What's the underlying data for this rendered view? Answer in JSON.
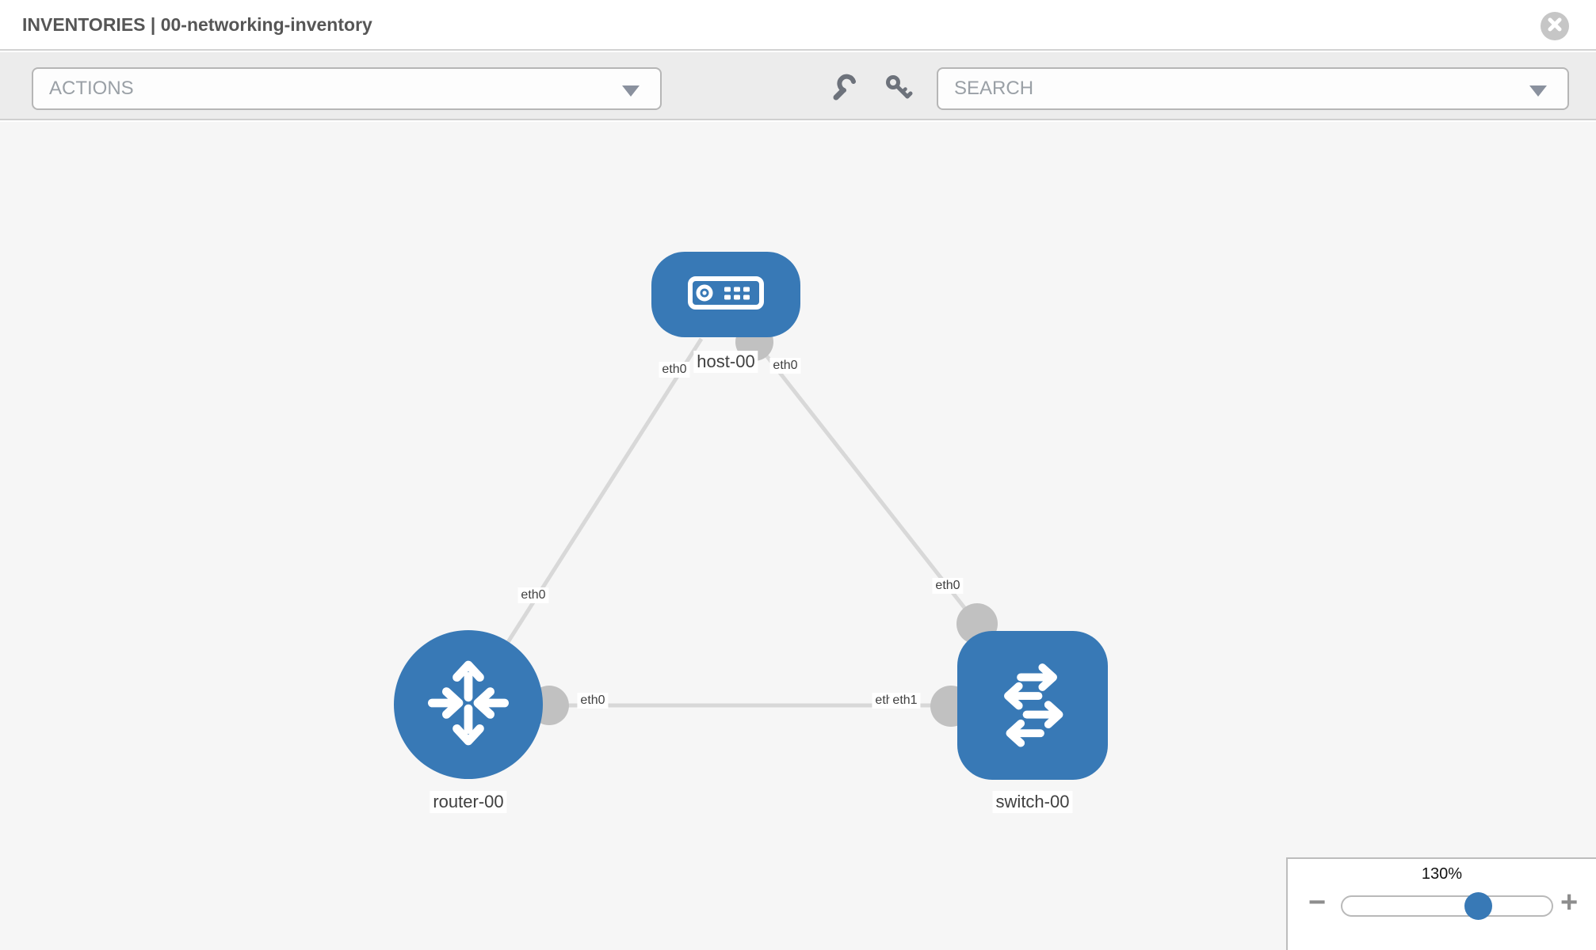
{
  "header": {
    "title": "INVENTORIES | 00-networking-inventory"
  },
  "toolbar": {
    "actions_label": "ACTIONS",
    "search_placeholder": "SEARCH"
  },
  "canvas": {
    "nodes": [
      {
        "id": "host-00",
        "type": "host",
        "label": "host-00"
      },
      {
        "id": "router-00",
        "type": "router",
        "label": "router-00"
      },
      {
        "id": "switch-00",
        "type": "switch",
        "label": "switch-00"
      }
    ],
    "links": [
      {
        "from": "host-00",
        "to": "router-00",
        "from_iface": "eth0",
        "to_iface": "eth0"
      },
      {
        "from": "host-00",
        "to": "switch-00",
        "from_iface": "eth0",
        "to_iface": "eth0"
      },
      {
        "from": "router-00",
        "to": "switch-00",
        "from_iface": "eth0",
        "to_iface": "eth1"
      }
    ],
    "iface_labels": [
      "eth0",
      "eth0",
      "eth0",
      "eth0",
      "eth0",
      "eth0",
      "eth1"
    ]
  },
  "zoom_control": {
    "value": "130%",
    "percent": 130,
    "minus": "−",
    "plus": "+"
  },
  "colors": {
    "node_blue": "#3879b6",
    "link_gray": "#d8d8d8",
    "connector_gray": "#c1c1c1",
    "toolbar_bg": "#ececec",
    "canvas_bg": "#f6f6f6"
  }
}
